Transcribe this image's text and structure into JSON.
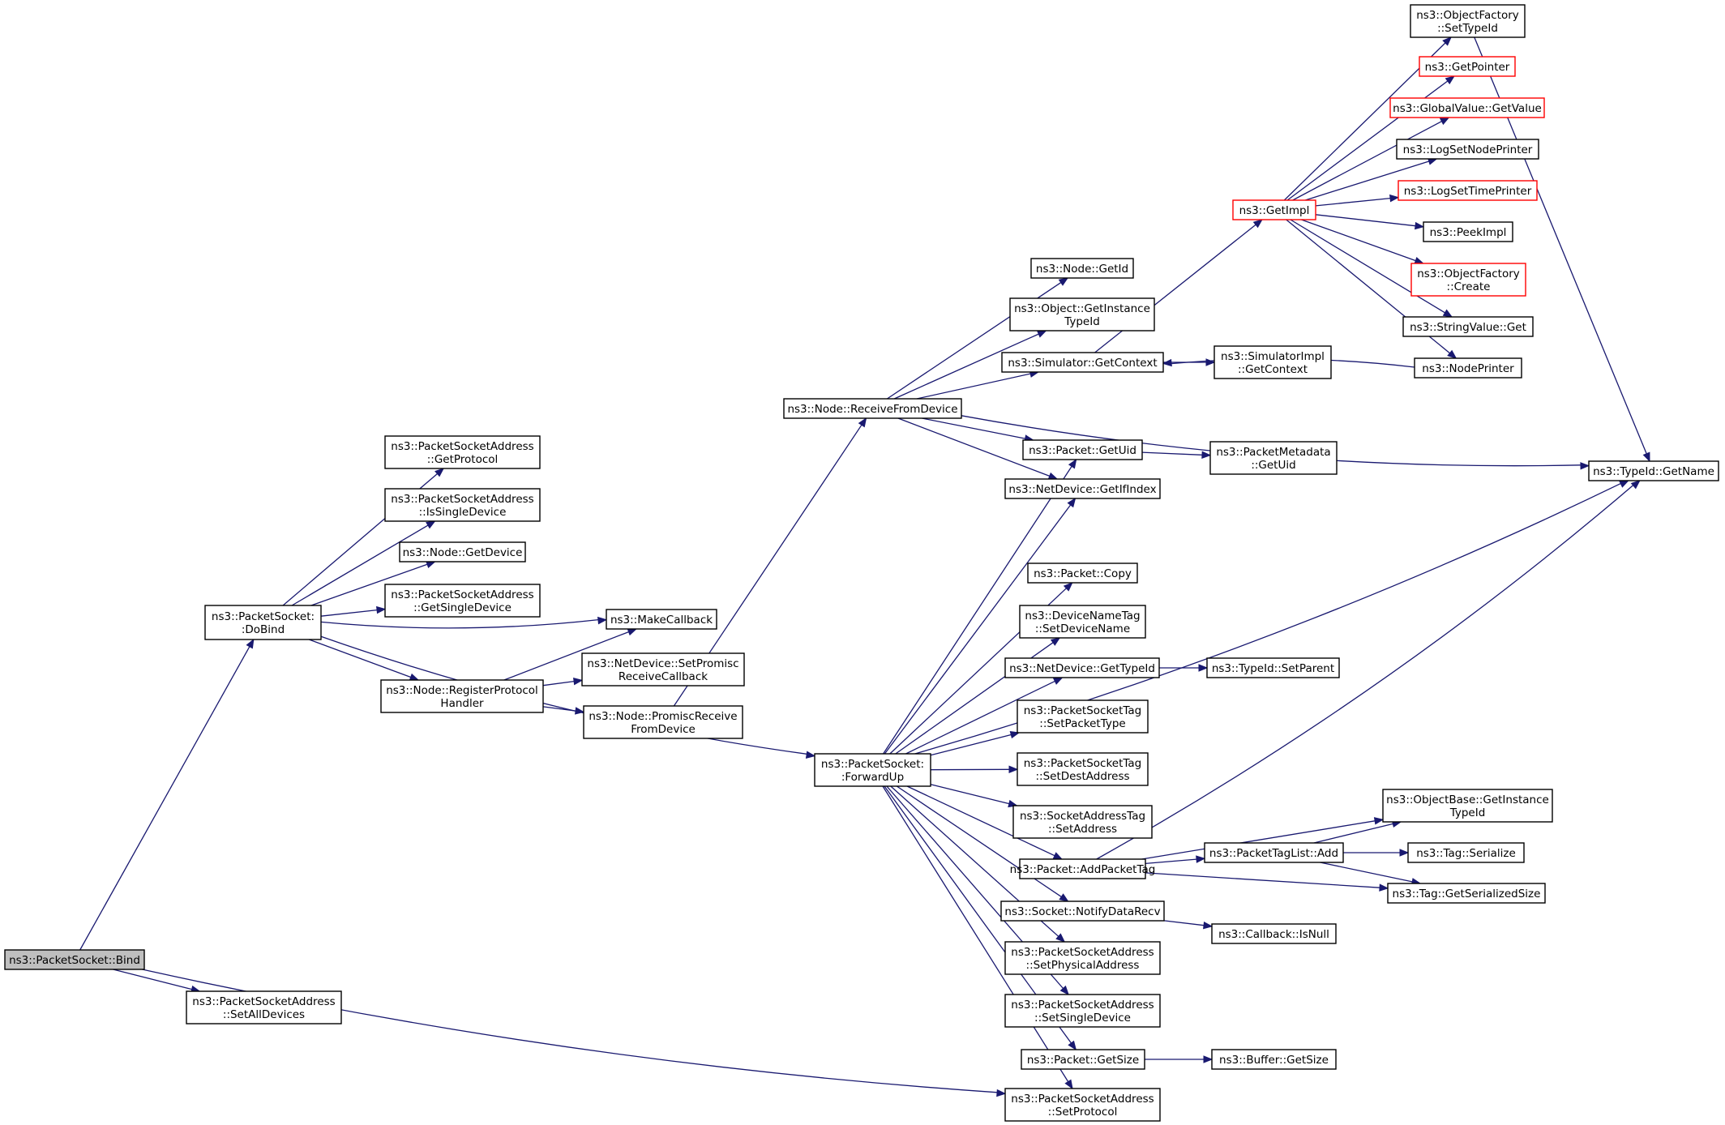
{
  "colors": {
    "edge": "#191970",
    "node_border": "#000000",
    "node_border_undocumented": "#ff0000",
    "node_fill": "#ffffff",
    "node_fill_root": "#bfbfbf"
  },
  "nodes": [
    {
      "id": "bind",
      "lines": [
        "ns3::PacketSocket::Bind"
      ],
      "style": "root"
    },
    {
      "id": "dobind",
      "lines": [
        "ns3::PacketSocket:",
        ":DoBind"
      ]
    },
    {
      "id": "setalldev",
      "lines": [
        "ns3::PacketSocketAddress",
        "::SetAllDevices"
      ]
    },
    {
      "id": "psa_getproto",
      "lines": [
        "ns3::PacketSocketAddress",
        "::GetProtocol"
      ]
    },
    {
      "id": "psa_issingle",
      "lines": [
        "ns3::PacketSocketAddress",
        "::IsSingleDevice"
      ]
    },
    {
      "id": "node_getdevice",
      "lines": [
        "ns3::Node::GetDevice"
      ]
    },
    {
      "id": "psa_getsingle",
      "lines": [
        "ns3::PacketSocketAddress",
        "::GetSingleDevice"
      ]
    },
    {
      "id": "makecallback",
      "lines": [
        "ns3::MakeCallback"
      ]
    },
    {
      "id": "regproto",
      "lines": [
        "ns3::Node::RegisterProtocol",
        "Handler"
      ]
    },
    {
      "id": "setpromisc",
      "lines": [
        "ns3::NetDevice::SetPromisc",
        "ReceiveCallback"
      ]
    },
    {
      "id": "promiscrecv",
      "lines": [
        "ns3::Node::PromiscReceive",
        "FromDevice"
      ]
    },
    {
      "id": "recvfromdev",
      "lines": [
        "ns3::Node::ReceiveFromDevice"
      ]
    },
    {
      "id": "forwardup",
      "lines": [
        "ns3::PacketSocket:",
        ":ForwardUp"
      ]
    },
    {
      "id": "node_getid",
      "lines": [
        "ns3::Node::GetId"
      ]
    },
    {
      "id": "obj_getinst",
      "lines": [
        "ns3::Object::GetInstance",
        "TypeId"
      ]
    },
    {
      "id": "sim_getctx",
      "lines": [
        "ns3::Simulator::GetContext"
      ]
    },
    {
      "id": "pkt_getuid",
      "lines": [
        "ns3::Packet::GetUid"
      ]
    },
    {
      "id": "nd_getifindex",
      "lines": [
        "ns3::NetDevice::GetIfIndex"
      ]
    },
    {
      "id": "pkt_copy",
      "lines": [
        "ns3::Packet::Copy"
      ]
    },
    {
      "id": "dnt_setname",
      "lines": [
        "ns3::DeviceNameTag",
        "::SetDeviceName"
      ]
    },
    {
      "id": "nd_gettypeid",
      "lines": [
        "ns3::NetDevice::GetTypeId"
      ]
    },
    {
      "id": "pst_settype",
      "lines": [
        "ns3::PacketSocketTag",
        "::SetPacketType"
      ]
    },
    {
      "id": "pst_setdest",
      "lines": [
        "ns3::PacketSocketTag",
        "::SetDestAddress"
      ]
    },
    {
      "id": "sat_setaddr",
      "lines": [
        "ns3::SocketAddressTag",
        "::SetAddress"
      ]
    },
    {
      "id": "pkt_addtag",
      "lines": [
        "ns3::Packet::AddPacketTag"
      ]
    },
    {
      "id": "sock_notify",
      "lines": [
        "ns3::Socket::NotifyDataRecv"
      ]
    },
    {
      "id": "psa_setphys",
      "lines": [
        "ns3::PacketSocketAddress",
        "::SetPhysicalAddress"
      ]
    },
    {
      "id": "psa_setsingle",
      "lines": [
        "ns3::PacketSocketAddress",
        "::SetSingleDevice"
      ]
    },
    {
      "id": "pkt_getsize",
      "lines": [
        "ns3::Packet::GetSize"
      ]
    },
    {
      "id": "psa_setproto",
      "lines": [
        "ns3::PacketSocketAddress",
        "::SetProtocol"
      ]
    },
    {
      "id": "getimpl",
      "lines": [
        "ns3::GetImpl"
      ],
      "style": "red"
    },
    {
      "id": "simimpl_getctx",
      "lines": [
        "ns3::SimulatorImpl",
        "::GetContext"
      ]
    },
    {
      "id": "pm_getuid",
      "lines": [
        "ns3::PacketMetadata",
        "::GetUid"
      ]
    },
    {
      "id": "typeid_setparent",
      "lines": [
        "ns3::TypeId::SetParent"
      ]
    },
    {
      "id": "ptl_add",
      "lines": [
        "ns3::PacketTagList::Add"
      ]
    },
    {
      "id": "cb_isnull",
      "lines": [
        "ns3::Callback::IsNull"
      ]
    },
    {
      "id": "buf_getsize",
      "lines": [
        "ns3::Buffer::GetSize"
      ]
    },
    {
      "id": "of_settypeid",
      "lines": [
        "ns3::ObjectFactory",
        "::SetTypeId"
      ]
    },
    {
      "id": "getpointer",
      "lines": [
        "ns3::GetPointer"
      ],
      "style": "red"
    },
    {
      "id": "gv_getvalue",
      "lines": [
        "ns3::GlobalValue::GetValue"
      ],
      "style": "red"
    },
    {
      "id": "logsetnode",
      "lines": [
        "ns3::LogSetNodePrinter"
      ]
    },
    {
      "id": "logsettime",
      "lines": [
        "ns3::LogSetTimePrinter"
      ],
      "style": "red"
    },
    {
      "id": "peekimpl",
      "lines": [
        "ns3::PeekImpl"
      ]
    },
    {
      "id": "of_create",
      "lines": [
        "ns3::ObjectFactory",
        "::Create"
      ],
      "style": "red"
    },
    {
      "id": "sv_get",
      "lines": [
        "ns3::StringValue::Get"
      ]
    },
    {
      "id": "nodeprinter",
      "lines": [
        "ns3::NodePrinter"
      ]
    },
    {
      "id": "typeid_getname",
      "lines": [
        "ns3::TypeId::GetName"
      ]
    },
    {
      "id": "ob_getinst",
      "lines": [
        "ns3::ObjectBase::GetInstance",
        "TypeId"
      ]
    },
    {
      "id": "tag_serialize",
      "lines": [
        "ns3::Tag::Serialize"
      ]
    },
    {
      "id": "tag_getsersize",
      "lines": [
        "ns3::Tag::GetSerializedSize"
      ]
    }
  ],
  "edges": [
    [
      "bind",
      "dobind"
    ],
    [
      "bind",
      "setalldev"
    ],
    [
      "bind",
      "psa_setproto"
    ],
    [
      "dobind",
      "psa_getproto"
    ],
    [
      "dobind",
      "psa_issingle"
    ],
    [
      "dobind",
      "node_getdevice"
    ],
    [
      "dobind",
      "psa_getsingle"
    ],
    [
      "dobind",
      "makecallback"
    ],
    [
      "dobind",
      "regproto"
    ],
    [
      "dobind",
      "forwardup"
    ],
    [
      "regproto",
      "makecallback"
    ],
    [
      "regproto",
      "setpromisc"
    ],
    [
      "regproto",
      "promiscrecv"
    ],
    [
      "promiscrecv",
      "recvfromdev"
    ],
    [
      "recvfromdev",
      "node_getid"
    ],
    [
      "recvfromdev",
      "obj_getinst"
    ],
    [
      "recvfromdev",
      "sim_getctx"
    ],
    [
      "recvfromdev",
      "pkt_getuid"
    ],
    [
      "recvfromdev",
      "nd_getifindex"
    ],
    [
      "recvfromdev",
      "typeid_getname"
    ],
    [
      "forwardup",
      "pkt_getuid"
    ],
    [
      "forwardup",
      "nd_getifindex"
    ],
    [
      "forwardup",
      "typeid_getname"
    ],
    [
      "forwardup",
      "pkt_copy"
    ],
    [
      "forwardup",
      "dnt_setname"
    ],
    [
      "forwardup",
      "nd_gettypeid"
    ],
    [
      "forwardup",
      "pst_settype"
    ],
    [
      "forwardup",
      "pst_setdest"
    ],
    [
      "forwardup",
      "sat_setaddr"
    ],
    [
      "forwardup",
      "pkt_addtag"
    ],
    [
      "forwardup",
      "sock_notify"
    ],
    [
      "forwardup",
      "psa_setphys"
    ],
    [
      "forwardup",
      "psa_setsingle"
    ],
    [
      "forwardup",
      "pkt_getsize"
    ],
    [
      "forwardup",
      "psa_setproto"
    ],
    [
      "sim_getctx",
      "getimpl"
    ],
    [
      "sim_getctx",
      "simimpl_getctx"
    ],
    [
      "pkt_getuid",
      "pm_getuid"
    ],
    [
      "nd_gettypeid",
      "typeid_setparent"
    ],
    [
      "pkt_addtag",
      "typeid_getname"
    ],
    [
      "pkt_addtag",
      "ob_getinst"
    ],
    [
      "pkt_addtag",
      "ptl_add"
    ],
    [
      "pkt_addtag",
      "tag_getsersize"
    ],
    [
      "ptl_add",
      "ob_getinst"
    ],
    [
      "ptl_add",
      "tag_serialize"
    ],
    [
      "ptl_add",
      "tag_getsersize"
    ],
    [
      "sock_notify",
      "cb_isnull"
    ],
    [
      "pkt_getsize",
      "buf_getsize"
    ],
    [
      "getimpl",
      "of_settypeid"
    ],
    [
      "getimpl",
      "getpointer"
    ],
    [
      "getimpl",
      "gv_getvalue"
    ],
    [
      "getimpl",
      "logsetnode"
    ],
    [
      "getimpl",
      "logsettime"
    ],
    [
      "getimpl",
      "peekimpl"
    ],
    [
      "getimpl",
      "of_create"
    ],
    [
      "getimpl",
      "sv_get"
    ],
    [
      "getimpl",
      "nodeprinter"
    ],
    [
      "nodeprinter",
      "sim_getctx"
    ],
    [
      "of_settypeid",
      "typeid_getname"
    ]
  ]
}
